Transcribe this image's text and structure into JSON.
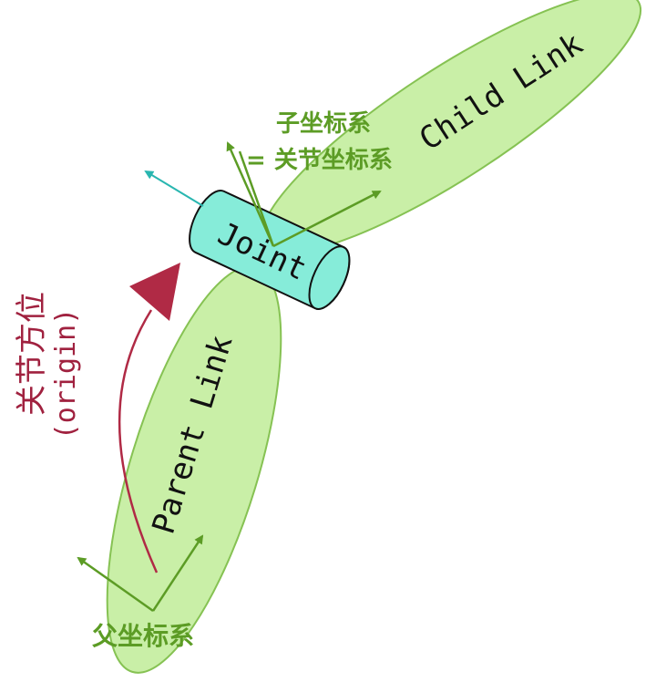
{
  "labels": {
    "child_link": "Child Link",
    "parent_link": "Parent Link",
    "joint": "Joint",
    "child_frame_line1": "子坐标系",
    "child_frame_line2": "= 关节坐标系",
    "parent_frame": "父坐标系",
    "origin_line1": "关节方位",
    "origin_line2": "(origin)"
  },
  "colors": {
    "link_fill": "#c9efa7",
    "link_stroke": "#86c253",
    "joint_fill": "#86ecd9",
    "joint_stroke": "#111111",
    "frame_axis": "#5c9c25",
    "joint_axis": "#29b6b0",
    "origin_arrow": "#b02a45",
    "origin_text": "#a0213f",
    "link_text": "#111111"
  }
}
